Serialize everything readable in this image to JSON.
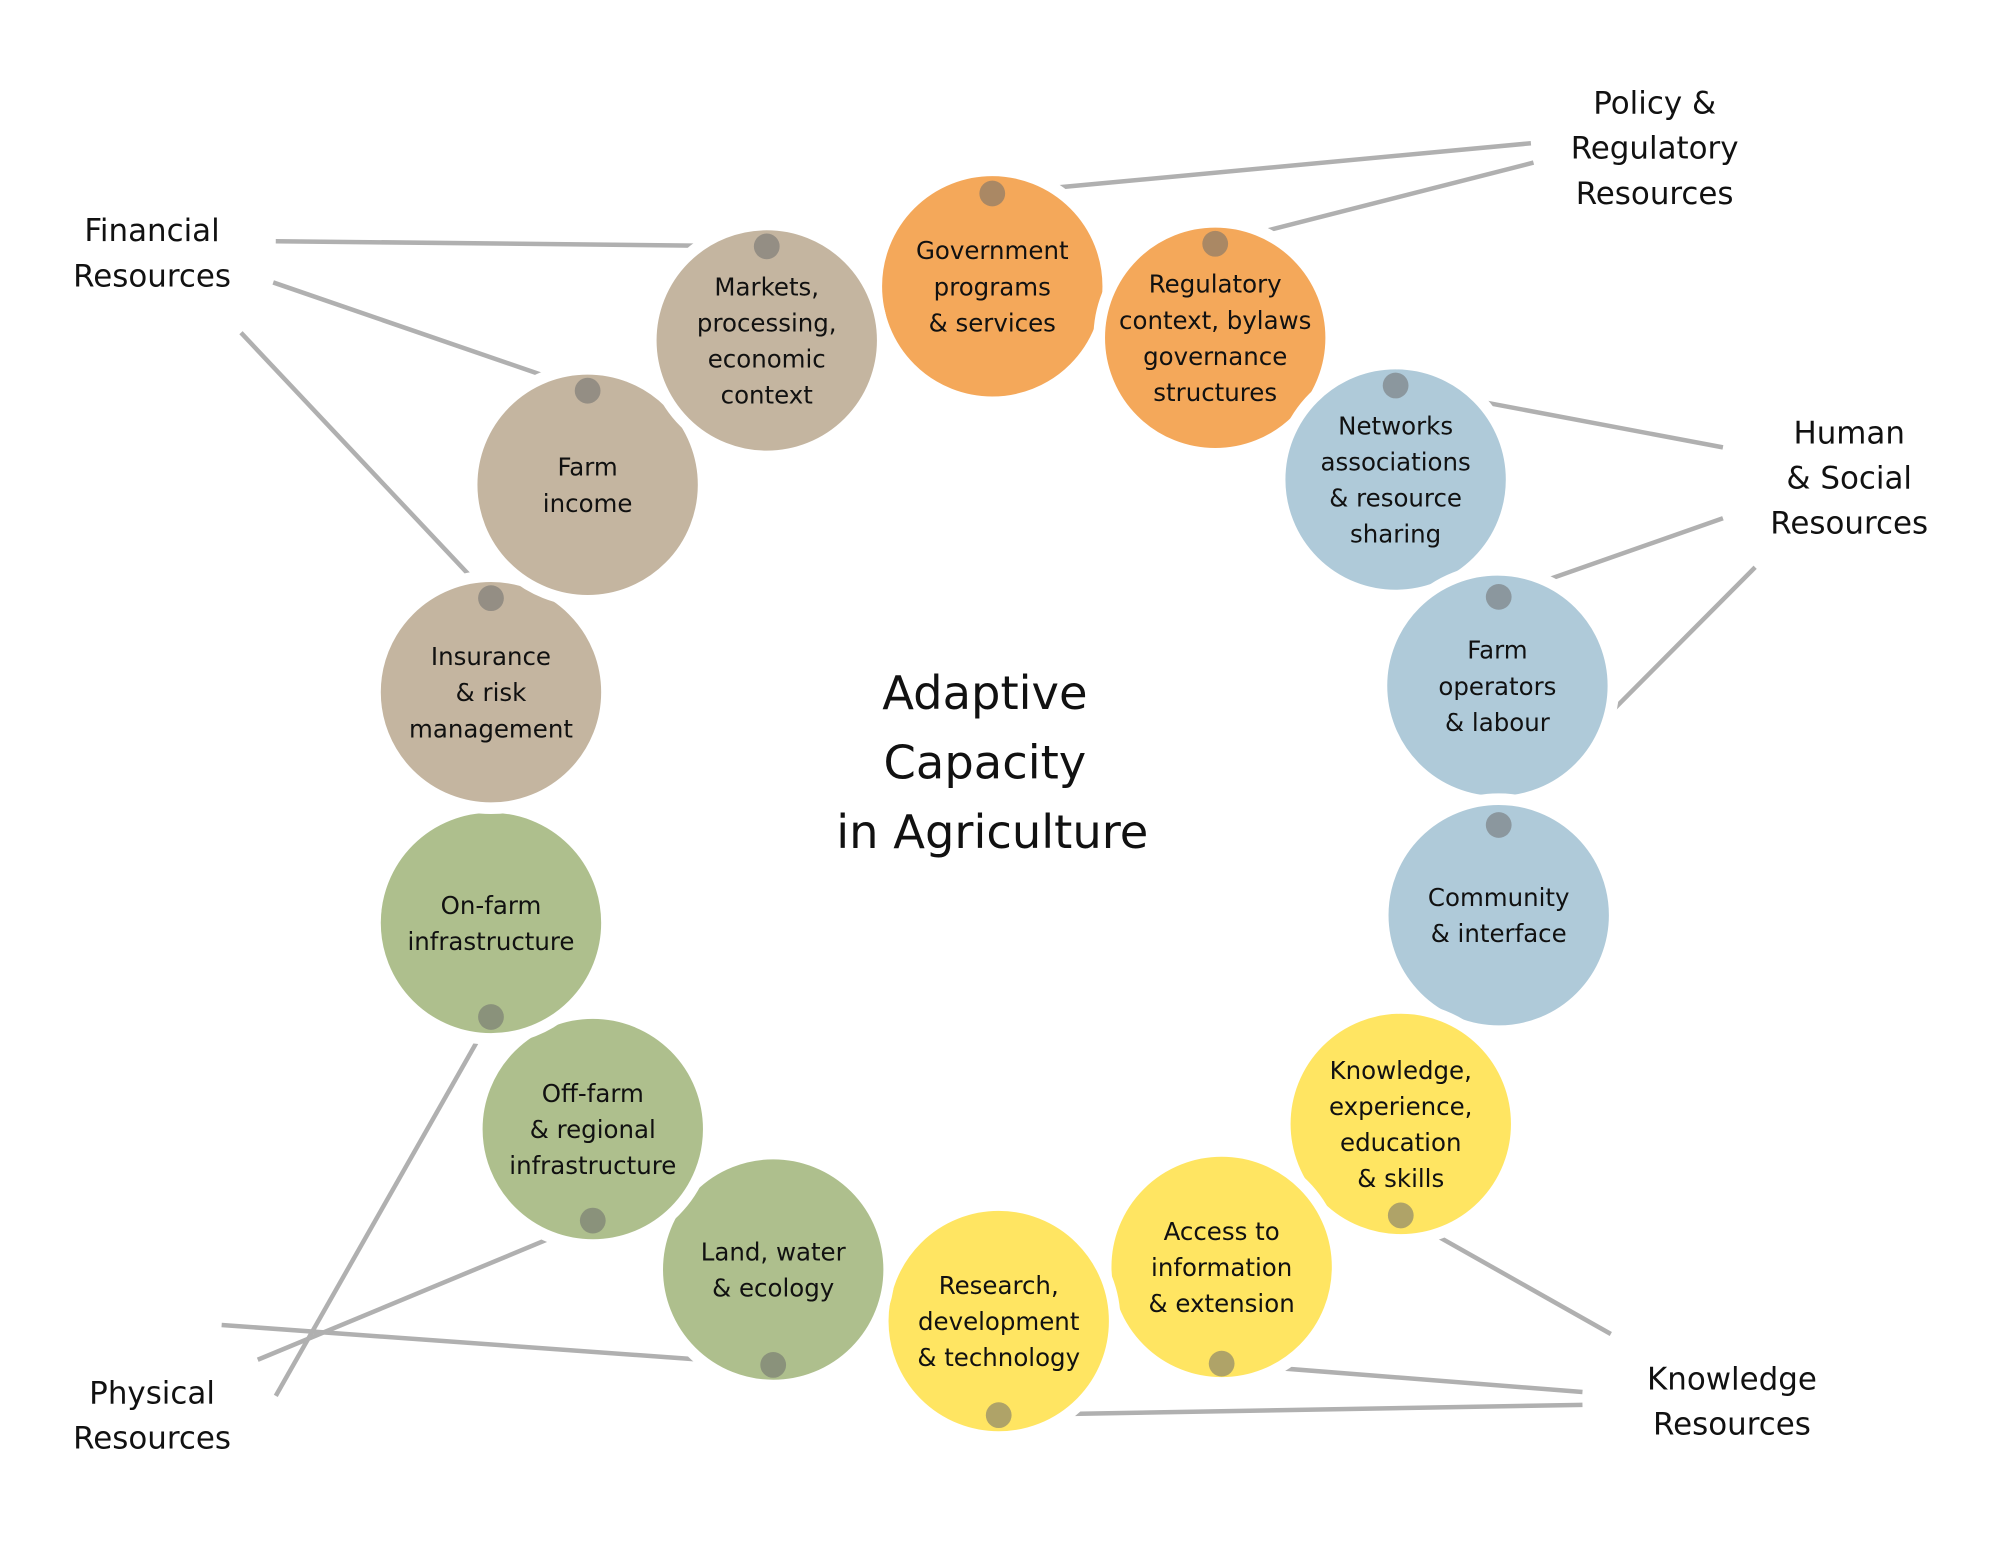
{
  "title": [
    "Adaptive",
    "Capacity",
    "in Agriculture"
  ],
  "colors": {
    "policy": "#F4A85A",
    "human": "#AFCAD9",
    "knowledge": "#FFE562",
    "physical": "#AEBF8D",
    "financial": "#C4B5A0",
    "dot": "#6e6e6e",
    "leader": "#b0b0b0"
  },
  "groups": [
    {
      "id": "policy",
      "label": [
        "Policy &",
        "Regulatory",
        "Resources"
      ]
    },
    {
      "id": "human",
      "label": [
        "Human",
        "& Social",
        "Resources"
      ]
    },
    {
      "id": "knowledge",
      "label": [
        "Knowledge",
        "Resources"
      ]
    },
    {
      "id": "physical",
      "label": [
        "Physical",
        "Resources"
      ]
    },
    {
      "id": "financial",
      "label": [
        "Financial",
        "Resources"
      ]
    }
  ],
  "nodes": [
    {
      "group": "policy",
      "label": [
        "Government",
        "programs",
        "& services"
      ]
    },
    {
      "group": "policy",
      "label": [
        "Regulatory",
        "context, bylaws",
        "governance",
        "structures"
      ]
    },
    {
      "group": "human",
      "label": [
        "Networks",
        "associations",
        "& resource",
        "sharing"
      ]
    },
    {
      "group": "human",
      "label": [
        "Farm",
        "operators",
        "& labour"
      ]
    },
    {
      "group": "human",
      "label": [
        "Community",
        "& interface"
      ]
    },
    {
      "group": "knowledge",
      "label": [
        "Knowledge,",
        "experience,",
        "education",
        "& skills"
      ]
    },
    {
      "group": "knowledge",
      "label": [
        "Access to",
        "information",
        "& extension"
      ]
    },
    {
      "group": "knowledge",
      "label": [
        "Research,",
        "development",
        "& technology"
      ]
    },
    {
      "group": "physical",
      "label": [
        "Land, water",
        "& ecology"
      ]
    },
    {
      "group": "physical",
      "label": [
        "Off-farm",
        "& regional",
        "infrastructure"
      ]
    },
    {
      "group": "physical",
      "label": [
        "On-farm",
        "infrastructure"
      ]
    },
    {
      "group": "financial",
      "label": [
        "Insurance",
        "& risk",
        "management"
      ]
    },
    {
      "group": "financial",
      "label": [
        "Farm",
        "income"
      ]
    },
    {
      "group": "financial",
      "label": [
        "Markets,",
        "processing,",
        "economic",
        "context"
      ]
    }
  ]
}
